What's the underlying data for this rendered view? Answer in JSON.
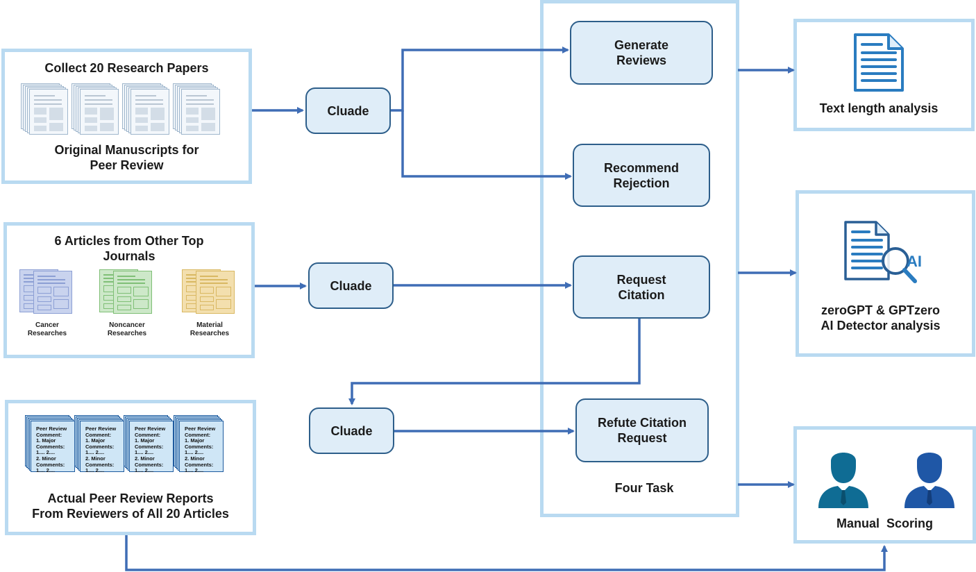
{
  "inputs": {
    "papers": {
      "title": "Collect 20 Research Papers",
      "caption": "Original Manuscripts for\nPeer Review"
    },
    "articles": {
      "title": "6 Articles from Other Top\nJournals",
      "groups": [
        {
          "label": "Cancer\nResearches",
          "color": "#c9d3ee"
        },
        {
          "label": "Noncancer\nResearches",
          "color": "#cde8c9"
        },
        {
          "label": "Material\nResearches",
          "color": "#f3dfae"
        }
      ]
    },
    "reviews": {
      "sheet_text": "Peer Review\nComment:\n  1. Major\n      Comments:\n      1.... 2....\n  2. Minor\n      Comments:\n      1.... 2....",
      "caption": "Actual Peer Review Reports\nFrom Reviewers of All 20 Articles"
    }
  },
  "processors": {
    "top": "Cluade",
    "middle": "Cluade",
    "bottom": "Cluade"
  },
  "tasks": {
    "items": [
      "Generate\nReviews",
      "Recommend\nRejection",
      "Request\nCitation",
      "Refute Citation\nRequest"
    ],
    "footer": "Four Task"
  },
  "outputs": {
    "length": "Text length analysis",
    "detector": "zeroGPT & GPTzero\nAI Detector analysis",
    "detector_badge": "AI",
    "manual": "Manual  Scoring"
  },
  "colors": {
    "frame": "#b9daf1",
    "node_fill": "#dfedf8",
    "node_border": "#2d5e8a",
    "arrow": "#3f6db5",
    "icon": "#2a7cc0",
    "person_left": "#0f6c94",
    "person_right": "#1f57a6"
  },
  "icons": [
    "document-icon",
    "document-search-icon",
    "reviewer-person-icon"
  ]
}
